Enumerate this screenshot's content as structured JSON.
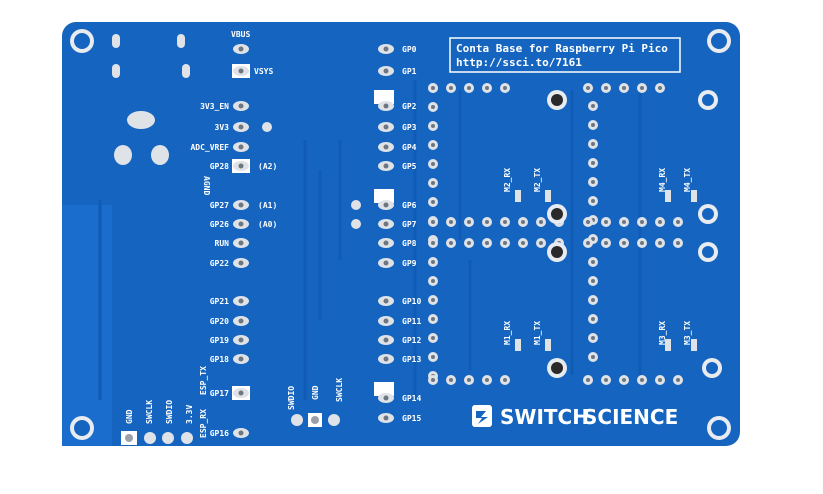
{
  "board": {
    "title_line1": "Conta Base for Raspberry Pi Pico",
    "title_line2": "http://ssci.to/7161",
    "brand_left": "SWITCH",
    "brand_right": "SCIENCE",
    "pico_left_pins": [
      "VBUS",
      "VSYS",
      "3V3_EN",
      "3V3",
      "ADC_VREF",
      "GP28",
      "AGND",
      "GP27",
      "GP26",
      "RUN",
      "GP22",
      "GP21",
      "GP20",
      "GP19",
      "GP18",
      "GP17",
      "GP16"
    ],
    "pico_left_extra": [
      "(A2)",
      "(A1)",
      "(A0)"
    ],
    "pico_right_pins": [
      "GP0",
      "GP1",
      "GP2",
      "GP3",
      "GP4",
      "GP5",
      "GP6",
      "GP7",
      "GP8",
      "GP9",
      "GP10",
      "GP11",
      "GP12",
      "GP13",
      "GP14",
      "GP15"
    ],
    "debug_labels": [
      "SWDIO",
      "GND",
      "SWCLK"
    ],
    "bottom_left_labels": [
      "GND",
      "SWCLK",
      "SWDIO",
      "3.3V"
    ],
    "esp_labels": [
      "ESP_TX",
      "ESP_RX"
    ],
    "module_labels": [
      "M2_RX",
      "M2_TX",
      "M4_RX",
      "M4_TX",
      "M1_RX",
      "M1_TX",
      "M3_RX",
      "M3_TX"
    ]
  },
  "colors": {
    "pcb": "#1565c0",
    "pcb_dark": "#0d4f9e",
    "silk": "#ffffff",
    "pad": "#c9ced6",
    "hole": "#2a2a2a"
  }
}
